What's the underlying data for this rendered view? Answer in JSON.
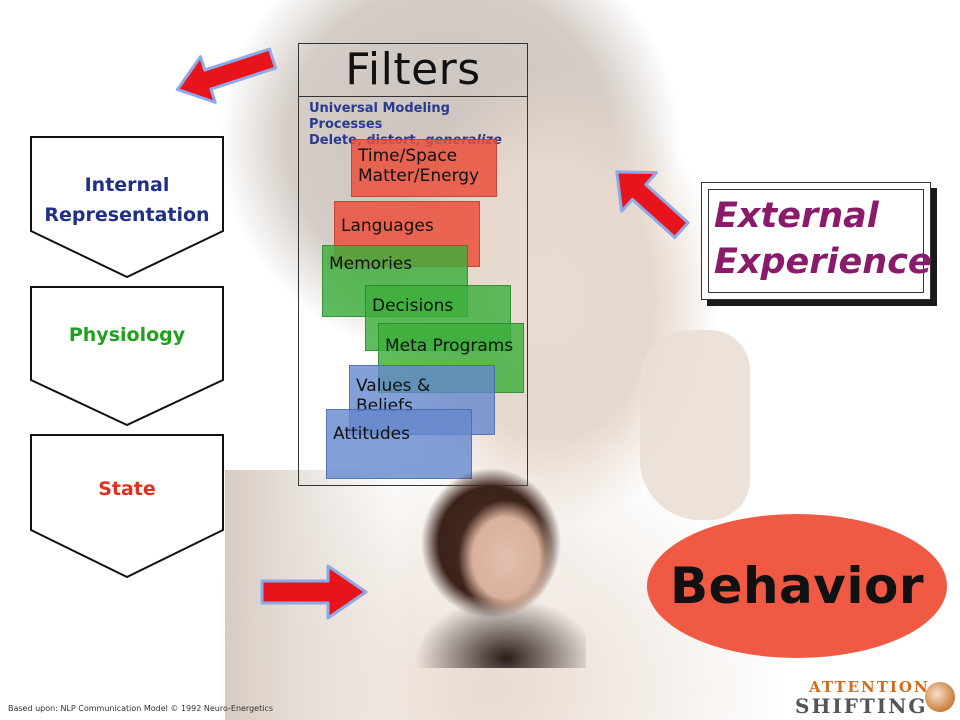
{
  "filters": {
    "title": "Filters",
    "subtitle_line1": "Universal Modeling Processes",
    "subtitle_line2_prefix": "Delete, distort, ",
    "subtitle_line2_emph": "generalize",
    "items": [
      {
        "line1": "Time/Space",
        "line2": "Matter/Energy",
        "color": "red"
      },
      {
        "label": "Languages",
        "color": "red"
      },
      {
        "label": "Memories",
        "color": "green"
      },
      {
        "label": "Decisions",
        "color": "green"
      },
      {
        "label": "Meta Programs",
        "color": "green"
      },
      {
        "label": "Values & Beliefs",
        "color": "blue"
      },
      {
        "label": "Attitudes",
        "color": "blue"
      }
    ]
  },
  "left_flow": {
    "internal_rep_line1": "Internal",
    "internal_rep_line2": "Representation",
    "physiology": "Physiology",
    "state": "State"
  },
  "external": {
    "line1": "External",
    "line2": "Experience"
  },
  "behavior": "Behavior",
  "footer": "Based upon: NLP Communication Model © 1992 Neuro-Energetics",
  "logo": {
    "line1": "ATTENTION",
    "line2": "SHIFTING"
  },
  "colors": {
    "internal_rep": "#1f2f8a",
    "physiology": "#1fa01f",
    "state": "#e03020",
    "external": "#8a1a6a",
    "behavior_fill": "#f05a45",
    "arrow": "#e8141c"
  }
}
